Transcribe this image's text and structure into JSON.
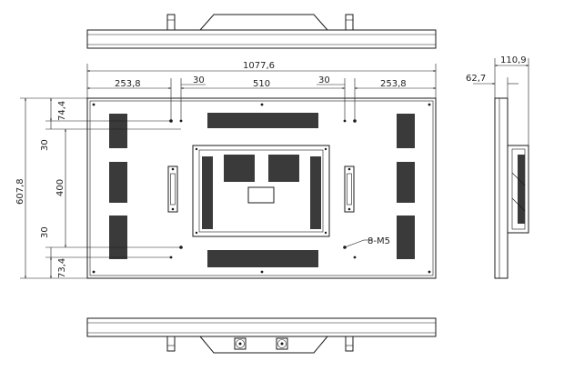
{
  "labels": {
    "overall_width": "1077,6",
    "left_span": "253,8",
    "right_span": "253,8",
    "center_span": "510",
    "left_gap": "30",
    "right_gap": "30",
    "overall_height": "607,8",
    "top_offset": "74,4",
    "upper_gap": "30",
    "mount_height": "400",
    "lower_gap": "30",
    "bottom_offset": "73,4",
    "screw_note": "8-M5",
    "side_depth_total": "110,9",
    "side_depth_panel": "62,7"
  }
}
